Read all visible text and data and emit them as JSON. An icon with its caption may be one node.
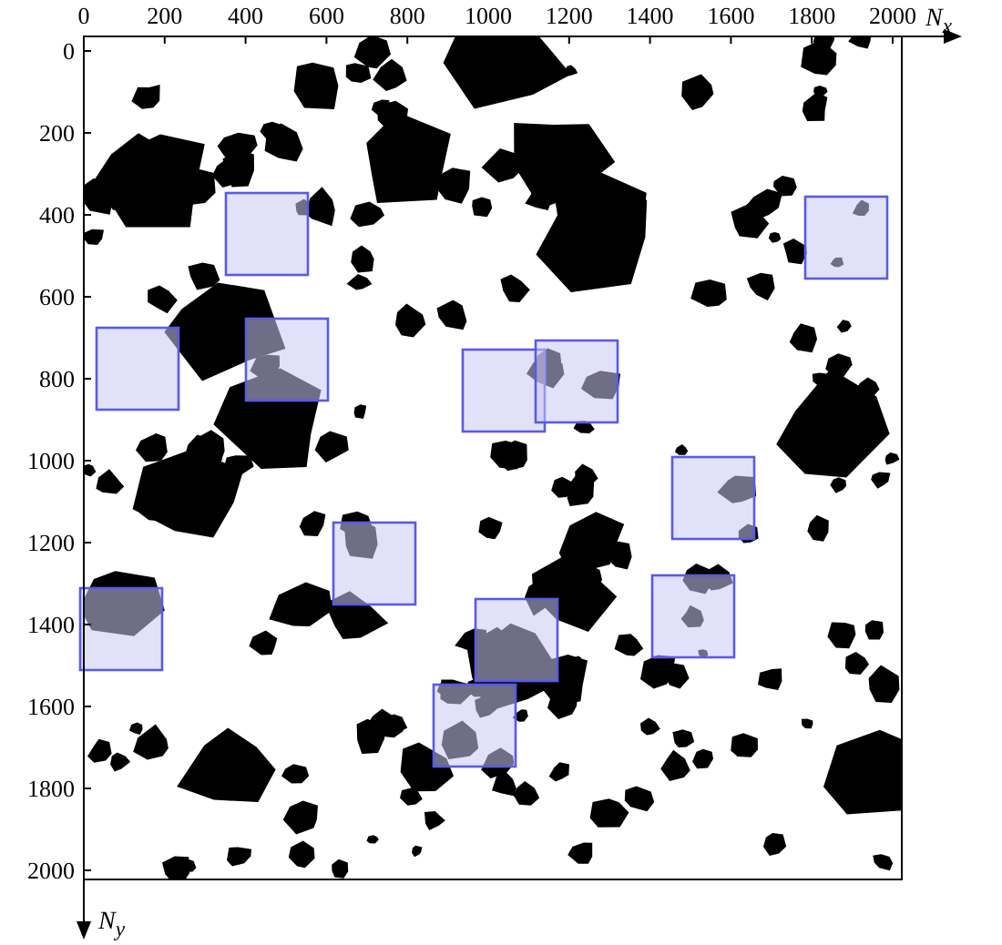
{
  "diagram": {
    "labels": [
      "0",
      "200",
      "400",
      "600",
      "800",
      "1000",
      "1200",
      "1400",
      "1600",
      "1800",
      "2000",
      "N$_{x}$",
      "0",
      "200",
      "400",
      "600",
      "800",
      "1000",
      "1200",
      "1400",
      "1600",
      "1800",
      "2000",
      "N$_{y}$"
    ]
  }
}
